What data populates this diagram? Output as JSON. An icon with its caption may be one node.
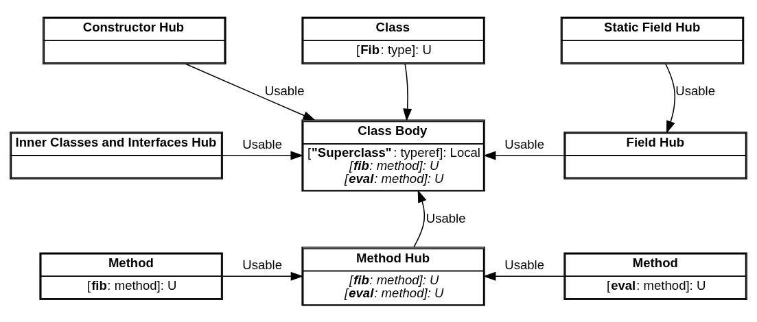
{
  "diagram": {
    "nodes": [
      {
        "text": [
          "Constructor Hub"
        ]
      },
      {
        "text": [
          "Class",
          "[**Fib**: type]: U"
        ]
      },
      {
        "text": [
          "Static Field Hub"
        ]
      },
      {
        "text": [
          "Inner Classes and Interfaces Hub"
        ]
      },
      {
        "text": [
          "Class Body",
          "[**\"Superclass\"**: typeref]: Local",
          "[**fib**: method]: U",
          "[**eval**: method]: U"
        ]
      },
      {
        "text": [
          "Field Hub"
        ]
      },
      {
        "text": [
          "Method",
          "[**fib**: method]: U"
        ]
      },
      {
        "text": [
          "Method Hub",
          "[**fib**: method]: U",
          "[**eval**: method]: U"
        ]
      },
      {
        "text": [
          "Method",
          "[**eval**: method]: U"
        ]
      }
    ],
    "edges": [
      {
        "from": 0,
        "to": 4,
        "arrow": "to",
        "label": "Usable"
      },
      {
        "from": 1,
        "to": 4,
        "arrow": "to"
      },
      {
        "from": 2,
        "to": 5,
        "arrow": "to",
        "label": "Usable"
      },
      {
        "from": 3,
        "to": 4,
        "arrow": "to",
        "label": "Usable"
      },
      {
        "from": 5,
        "to": 4,
        "arrow": "to",
        "label": "Usable"
      },
      {
        "from": 7,
        "to": 4,
        "arrow": "to",
        "label": "Usable"
      },
      {
        "from": 6,
        "to": 7,
        "arrow": "to",
        "label": "Usable"
      },
      {
        "from": 8,
        "to": 7,
        "arrow": "to",
        "label": "Usable"
      }
    ]
  }
}
